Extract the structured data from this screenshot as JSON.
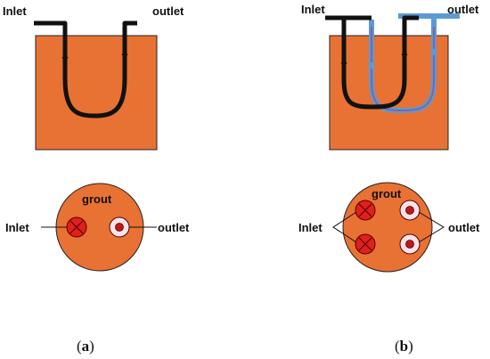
{
  "panel_a": {
    "inlet_label": "Inlet",
    "outlet_label": "outlet",
    "grout_label": "grout",
    "cross_section_inlet_label": "Inlet",
    "cross_section_outlet_label": "outlet",
    "caption_letter": "a"
  },
  "panel_b": {
    "inlet_label": "Inlet",
    "outlet_label": "outlet",
    "grout_label": "grout",
    "cross_section_inlet_label": "Inlet",
    "cross_section_outlet_label": "outlet",
    "caption_letter": "b"
  },
  "colors": {
    "grout_fill": "#E87233",
    "outline": "#111111",
    "first_u_pipe": "#111111",
    "second_u_pipe": "#5B9BD5",
    "second_u_pipe_inner": "#8064A2",
    "inlet_pipe_fill": "#E0201C",
    "outlet_pipe_ring": "#F8E3EA",
    "outlet_pipe_core": "#C01818"
  }
}
